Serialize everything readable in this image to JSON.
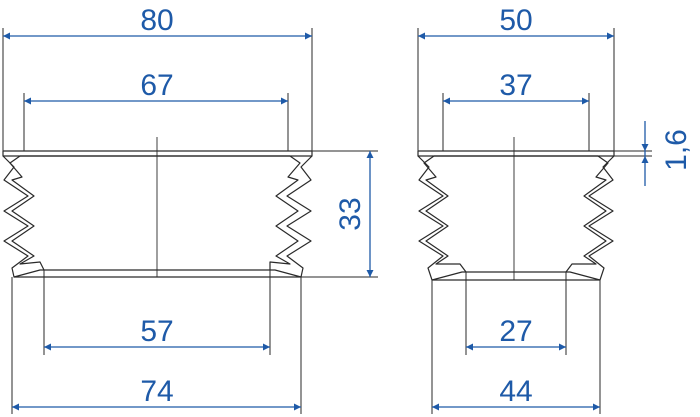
{
  "bellows_left": {
    "dims": {
      "overall_top_width": "80",
      "inner_top_width": "67",
      "inner_bottom_width": "57",
      "overall_bottom_width": "74",
      "height": "33"
    }
  },
  "bellows_right": {
    "dims": {
      "overall_top_width": "50",
      "inner_top_width": "37",
      "inner_bottom_width": "27",
      "overall_bottom_width": "44",
      "lip_thickness": "1,6"
    }
  },
  "colors": {
    "dimension": "#1e5aa8",
    "outline": "#2a2a2a",
    "background": "#ffffff"
  }
}
